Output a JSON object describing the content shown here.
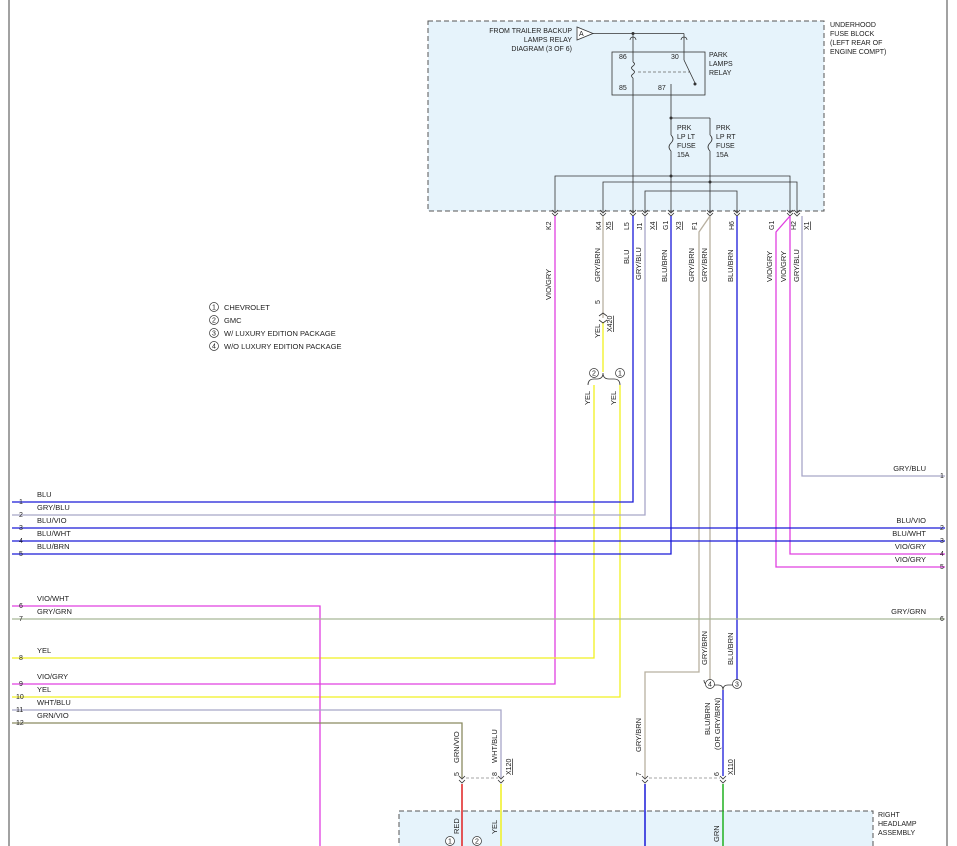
{
  "blocks": {
    "fuse_block": [
      "UNDERHOOD",
      "FUSE BLOCK",
      "(LEFT REAR OF",
      "ENGINE COMPT)"
    ],
    "headlamp": [
      "RIGHT",
      "HEADLAMP",
      "ASSEMBLY"
    ]
  },
  "relay": {
    "from_lines": [
      "FROM TRAILER BACKUP",
      "LAMPS RELAY",
      "DIAGRAM (3 OF 6)"
    ],
    "arrow_letter": "A",
    "name_lines": [
      "PARK",
      "LAMPS",
      "RELAY"
    ],
    "pins": {
      "p86": "86",
      "p85": "85",
      "p30": "30",
      "p87": "87"
    }
  },
  "fuses": {
    "lt": [
      "PRK",
      "LP LT",
      "FUSE",
      "15A"
    ],
    "rt": [
      "PRK",
      "LP RT",
      "FUSE",
      "15A"
    ]
  },
  "connector_pins": {
    "k2": "K2",
    "k4": "K4",
    "x5": "X5",
    "l5": "L5",
    "j1": "J1",
    "x4": "X4",
    "g1a": "G1",
    "x3": "X3",
    "f1": "F1",
    "h6": "H6",
    "g1b": "G1",
    "h2": "H2",
    "x1": "X1"
  },
  "vertical_wire_labels": {
    "k2": "VIO/GRY",
    "k4": "GRY/BRN",
    "l5": "BLU",
    "j1": "GRY/BLU",
    "g1a": "BLU/BRN",
    "f1a": "GRY/BRN",
    "f1b": "GRY/BRN",
    "h6": "BLU/BRN",
    "g1b": "VIO/GRY",
    "h2a": "VIO/GRY",
    "h2b": "GRY/BLU"
  },
  "x420": {
    "pin": "5",
    "name": "X420",
    "wire": "YEL"
  },
  "branch_yel": {
    "a": "YEL",
    "b": "YEL"
  },
  "legend": [
    {
      "num": "1",
      "text": "CHEVROLET"
    },
    {
      "num": "2",
      "text": "GMC"
    },
    {
      "num": "3",
      "text": "W/ LUXURY EDITION PACKAGE"
    },
    {
      "num": "4",
      "text": "W/O LUXURY EDITION PACKAGE"
    }
  ],
  "left_wires": [
    {
      "num": "1",
      "label": "BLU"
    },
    {
      "num": "2",
      "label": "GRY/BLU"
    },
    {
      "num": "3",
      "label": "BLU/VIO"
    },
    {
      "num": "4",
      "label": "BLU/WHT"
    },
    {
      "num": "5",
      "label": "BLU/BRN"
    },
    {
      "num": "6",
      "label": "VIO/WHT"
    },
    {
      "num": "7",
      "label": "GRY/GRN"
    },
    {
      "num": "8",
      "label": "YEL"
    },
    {
      "num": "9",
      "label": "VIO/GRY"
    },
    {
      "num": "10",
      "label": "YEL"
    },
    {
      "num": "11",
      "label": "WHT/BLU"
    },
    {
      "num": "12",
      "label": "GRN/VIO"
    }
  ],
  "right_wires": [
    {
      "num": "1",
      "label": "GRY/BLU"
    },
    {
      "num": "2",
      "label": "BLU/VIO"
    },
    {
      "num": "3",
      "label": "BLU/WHT"
    },
    {
      "num": "4",
      "label": "VIO/GRY"
    },
    {
      "num": "5",
      "label": "VIO/GRY"
    },
    {
      "num": "6",
      "label": "GRY/GRN"
    }
  ],
  "lower": {
    "grybrn_mid": "GRY/BRN",
    "blubrn_mid": "BLU/BRN",
    "opt_grybrn": "GRY/BRN",
    "opt_blubrn": "BLU/BRN",
    "opt_note": "(OR GRY/BRN)",
    "opt4": "4",
    "opt3": "3",
    "x120_pin5": "5",
    "x120_wire5": "GRN/VIO",
    "x120_pin8": "8",
    "x120_wire8": "WHT/BLU",
    "x120_name": "X120",
    "x110_pin7": "7",
    "x110_wire7": "GRY/BRN",
    "x110_pin6": "6",
    "x110_name": "X110",
    "red": "RED",
    "yel": "YEL",
    "grn": "GRN",
    "c1": "1",
    "c2": "2"
  },
  "colors": {
    "blu": "#1a1ad8",
    "gryblu": "#a8a6c8",
    "vio": "#e040e0",
    "yel": "#f0f020",
    "grybrn": "#b8b0a0",
    "grygrn": "#a8b898",
    "red": "#e02020",
    "grn": "#20b020",
    "grnvio": "#8a8a60",
    "box_fill": "#e6f3fb"
  }
}
